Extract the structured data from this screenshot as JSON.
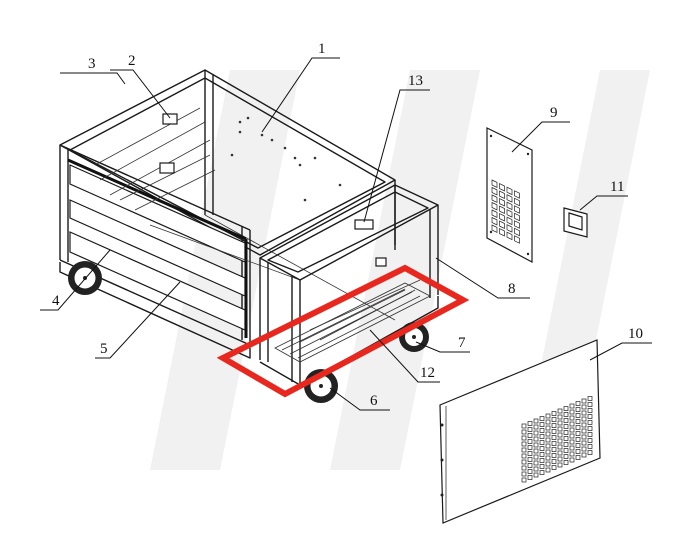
{
  "callouts": [
    "1",
    "2",
    "3",
    "4",
    "5",
    "6",
    "7",
    "8",
    "9",
    "10",
    "11",
    "12",
    "13"
  ],
  "colors": {
    "line": "#1a1a1a",
    "highlight": "#e8281e",
    "watermark": "#f1f1f1",
    "background": "#ffffff"
  },
  "highlight_target": "12"
}
